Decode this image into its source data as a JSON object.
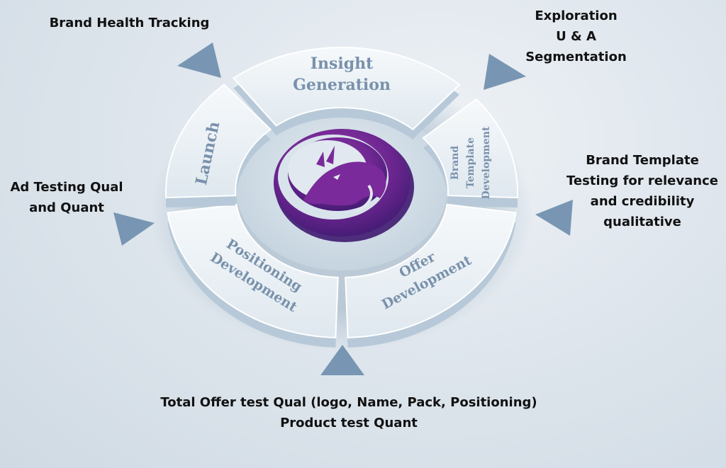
{
  "diagram": {
    "type": "cycle",
    "center": {
      "icon": "dragon-emblem-icon",
      "color_primary": "#7a2a9a",
      "color_dark": "#4a1f7d"
    },
    "segments": [
      {
        "id": "insight-generation",
        "lines": [
          "Insight",
          "Generation"
        ]
      },
      {
        "id": "brand-template-development",
        "lines": [
          "Brand",
          "Template",
          "Development"
        ]
      },
      {
        "id": "offer-development",
        "lines": [
          "Offer",
          "Development"
        ]
      },
      {
        "id": "positioning-development",
        "lines": [
          "Positioning",
          "Development"
        ]
      },
      {
        "id": "launch",
        "lines": [
          "Launch"
        ]
      }
    ],
    "segment_color": "#e9eff4",
    "segment_text_color": "#7991ab",
    "arrow_color": "#7896b3"
  },
  "annotations": {
    "brand_health": {
      "lines": [
        "Brand Health Tracking"
      ]
    },
    "exploration": {
      "lines": [
        "Exploration",
        "U & A",
        "Segmentation"
      ]
    },
    "brand_template_testing": {
      "lines": [
        "Brand Template",
        "Testing for relevance",
        "and credibility",
        "qualitative"
      ]
    },
    "ad_testing": {
      "lines": [
        "Ad Testing Qual",
        "and Quant"
      ]
    },
    "total_offer": {
      "lines": [
        "Total Offer test Qual (logo, Name, Pack, Positioning)",
        "Product test Quant"
      ]
    }
  }
}
